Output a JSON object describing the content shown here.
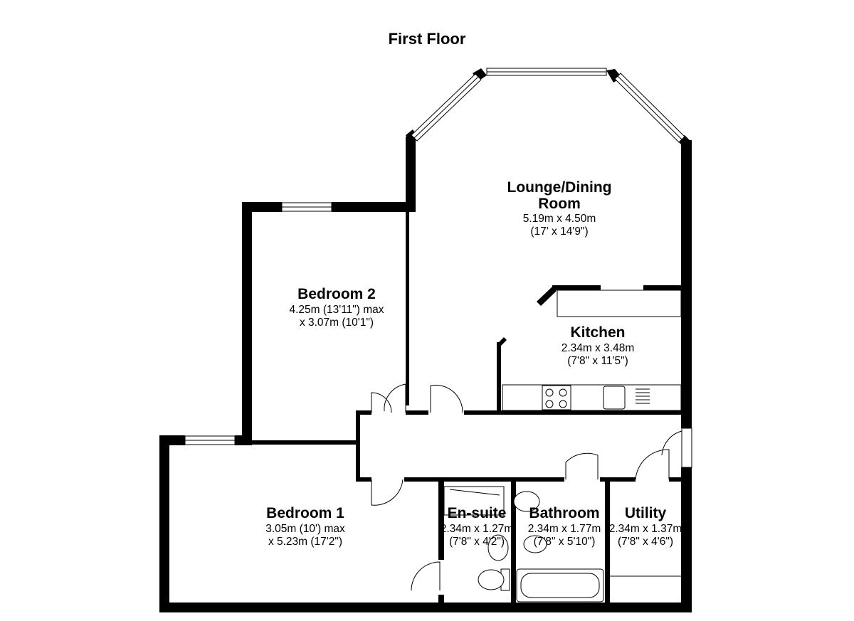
{
  "title": "First Floor",
  "rooms": {
    "lounge": {
      "name_line1": "Lounge/Dining",
      "name_line2": "Room",
      "dim_metric": "5.19m x 4.50m",
      "dim_imperial": "(17' x 14'9\")"
    },
    "bedroom2": {
      "name": "Bedroom 2",
      "dim_line1": "4.25m (13'11\") max",
      "dim_line2": "x 3.07m (10'1\")"
    },
    "kitchen": {
      "name": "Kitchen",
      "dim_metric": "2.34m x 3.48m",
      "dim_imperial": "(7'8\" x 11'5\")"
    },
    "bedroom1": {
      "name": "Bedroom 1",
      "dim_line1": "3.05m (10') max",
      "dim_line2": "x 5.23m (17'2\")"
    },
    "ensuite": {
      "name": "En-suite",
      "dim_metric": "2.34m x 1.27m",
      "dim_imperial": "(7'8\" x 4'2\")"
    },
    "bathroom": {
      "name": "Bathroom",
      "dim_metric": "2.34m x 1.77m",
      "dim_imperial": "(7'8\" x 5'10\")"
    },
    "utility": {
      "name": "Utility",
      "dim_metric": "2.34m x 1.37m",
      "dim_imperial": "(7'8\" x 4'6\")"
    }
  }
}
